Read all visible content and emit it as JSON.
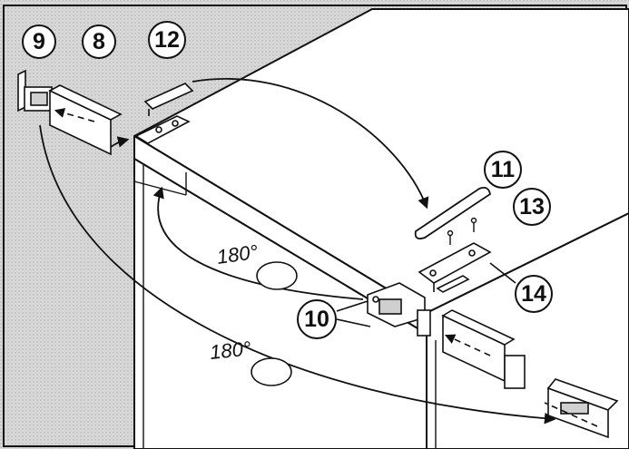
{
  "callouts": {
    "c8": "8",
    "c9": "9",
    "c10": "10",
    "c11": "11",
    "c12": "12",
    "c13": "13",
    "c14": "14"
  },
  "angles": {
    "upper": "180°",
    "lower": "180°"
  },
  "colors": {
    "background": "#d4d4d4",
    "line": "#111111",
    "panel": "#ffffff"
  }
}
